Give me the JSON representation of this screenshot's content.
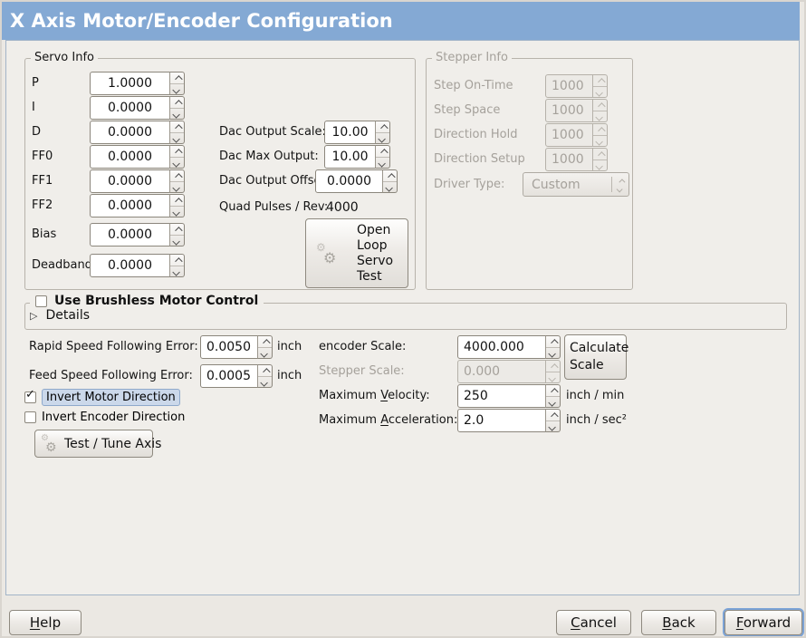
{
  "window": {
    "title": "X Axis Motor/Encoder Configuration"
  },
  "colors": {
    "titlebar": "#84a9d4",
    "focus_highlight": "#cbd8ea",
    "focus_ring": "#7ca3d6"
  },
  "icons": {
    "gears": "⚙",
    "check": "✓",
    "expander": "▷"
  },
  "servo_info": {
    "legend": "Servo Info",
    "params": [
      {
        "label": "P",
        "value": "1.0000"
      },
      {
        "label": "I",
        "value": "0.0000"
      },
      {
        "label": "D",
        "value": "0.0000"
      },
      {
        "label": "FF0",
        "value": "0.0000"
      },
      {
        "label": "FF1",
        "value": "0.0000"
      },
      {
        "label": "FF2",
        "value": "0.0000"
      },
      {
        "label": "Bias",
        "value": "0.0000"
      },
      {
        "label": "Deadband",
        "value": "0.0000"
      }
    ],
    "dac": [
      {
        "label": "Dac Output Scale:",
        "value": "10.00"
      },
      {
        "label": "Dac Max Output:",
        "value": "10.00"
      },
      {
        "label": "Dac Output Offset:",
        "value": "0.0000"
      }
    ],
    "quad": {
      "label": "Quad Pulses / Rev:",
      "value": "4000"
    },
    "open_loop_button": "Open Loop Servo Test"
  },
  "stepper_info": {
    "legend": "Stepper Info",
    "params": [
      {
        "label": "Step On-Time",
        "value": "1000"
      },
      {
        "label": "Step Space",
        "value": "1000"
      },
      {
        "label": "Direction Hold",
        "value": "1000"
      },
      {
        "label": "Direction Setup",
        "value": "1000"
      }
    ],
    "driver": {
      "label": "Driver Type:",
      "value": "Custom"
    }
  },
  "brushless": {
    "title": "Use Brushless Motor Control",
    "details": "Details"
  },
  "following": [
    {
      "label": "Rapid Speed Following Error:",
      "value": "0.0050",
      "unit": "inch"
    },
    {
      "label": "Feed Speed Following Error:",
      "value": "0.0005",
      "unit": "inch"
    }
  ],
  "invert": {
    "motor": {
      "label": "Invert Motor Direction",
      "checked": true
    },
    "encoder": {
      "label": "Invert Encoder Direction",
      "checked": false
    }
  },
  "test_tune_button": "Test / Tune Axis",
  "scales": {
    "encoder": {
      "label": "encoder Scale:",
      "value": "4000.000"
    },
    "calculate_button": "Calculate Scale",
    "stepper": {
      "label": "Stepper Scale:",
      "value": "0.000"
    },
    "velocity": {
      "pre": "Maximum ",
      "u": "V",
      "post": "elocity:",
      "value": "250",
      "unit": "inch / min"
    },
    "accel": {
      "pre": "Maximum ",
      "u": "A",
      "post": "cceleration:",
      "value": "2.0",
      "unit": "inch / sec²"
    }
  },
  "footer": {
    "help": {
      "u": "H",
      "post": "elp"
    },
    "cancel": {
      "u": "C",
      "post": "ancel"
    },
    "back": {
      "u": "B",
      "post": "ack"
    },
    "forward": {
      "u": "F",
      "post": "orward"
    }
  }
}
